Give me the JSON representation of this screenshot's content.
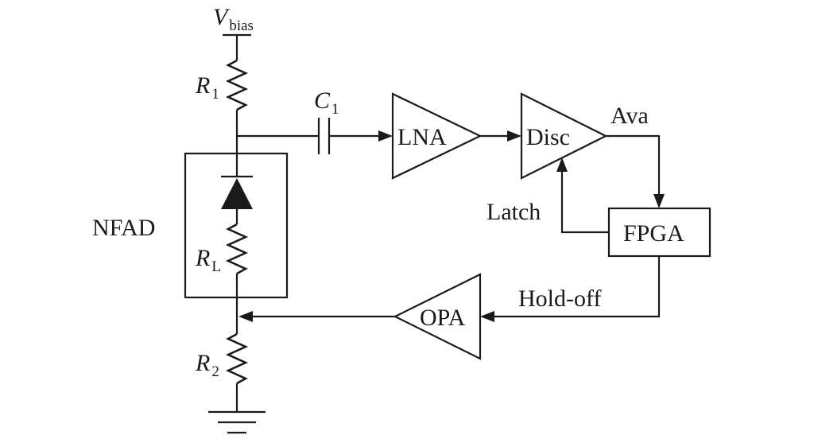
{
  "diagram": {
    "supply": {
      "symbol": "V",
      "subscript": "bias"
    },
    "resistors": {
      "r1": {
        "symbol": "R",
        "subscript": "1"
      },
      "rl": {
        "symbol": "R",
        "subscript": "L"
      },
      "r2": {
        "symbol": "R",
        "subscript": "2"
      }
    },
    "capacitor": {
      "symbol": "C",
      "subscript": "1"
    },
    "blocks": {
      "lna": "LNA",
      "disc": "Disc",
      "fpga": "FPGA",
      "opa": "OPA"
    },
    "device_label": "NFAD",
    "signals": {
      "ava": "Ava",
      "latch": "Latch",
      "holdoff": "Hold-off"
    }
  }
}
